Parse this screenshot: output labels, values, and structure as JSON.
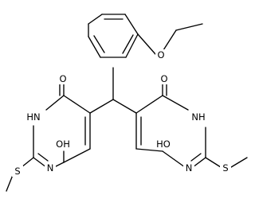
{
  "structure": {
    "atoms": {
      "ethoxy_o": "O",
      "carbonyl_o_left": "O",
      "carbonyl_o_right": "O",
      "nh_left": "HN",
      "nh_right": "NH",
      "n_left": "N",
      "n_right": "N",
      "oh_left": "OH",
      "oh_right": "HO",
      "s_left": "S",
      "s_right": "S"
    }
  }
}
